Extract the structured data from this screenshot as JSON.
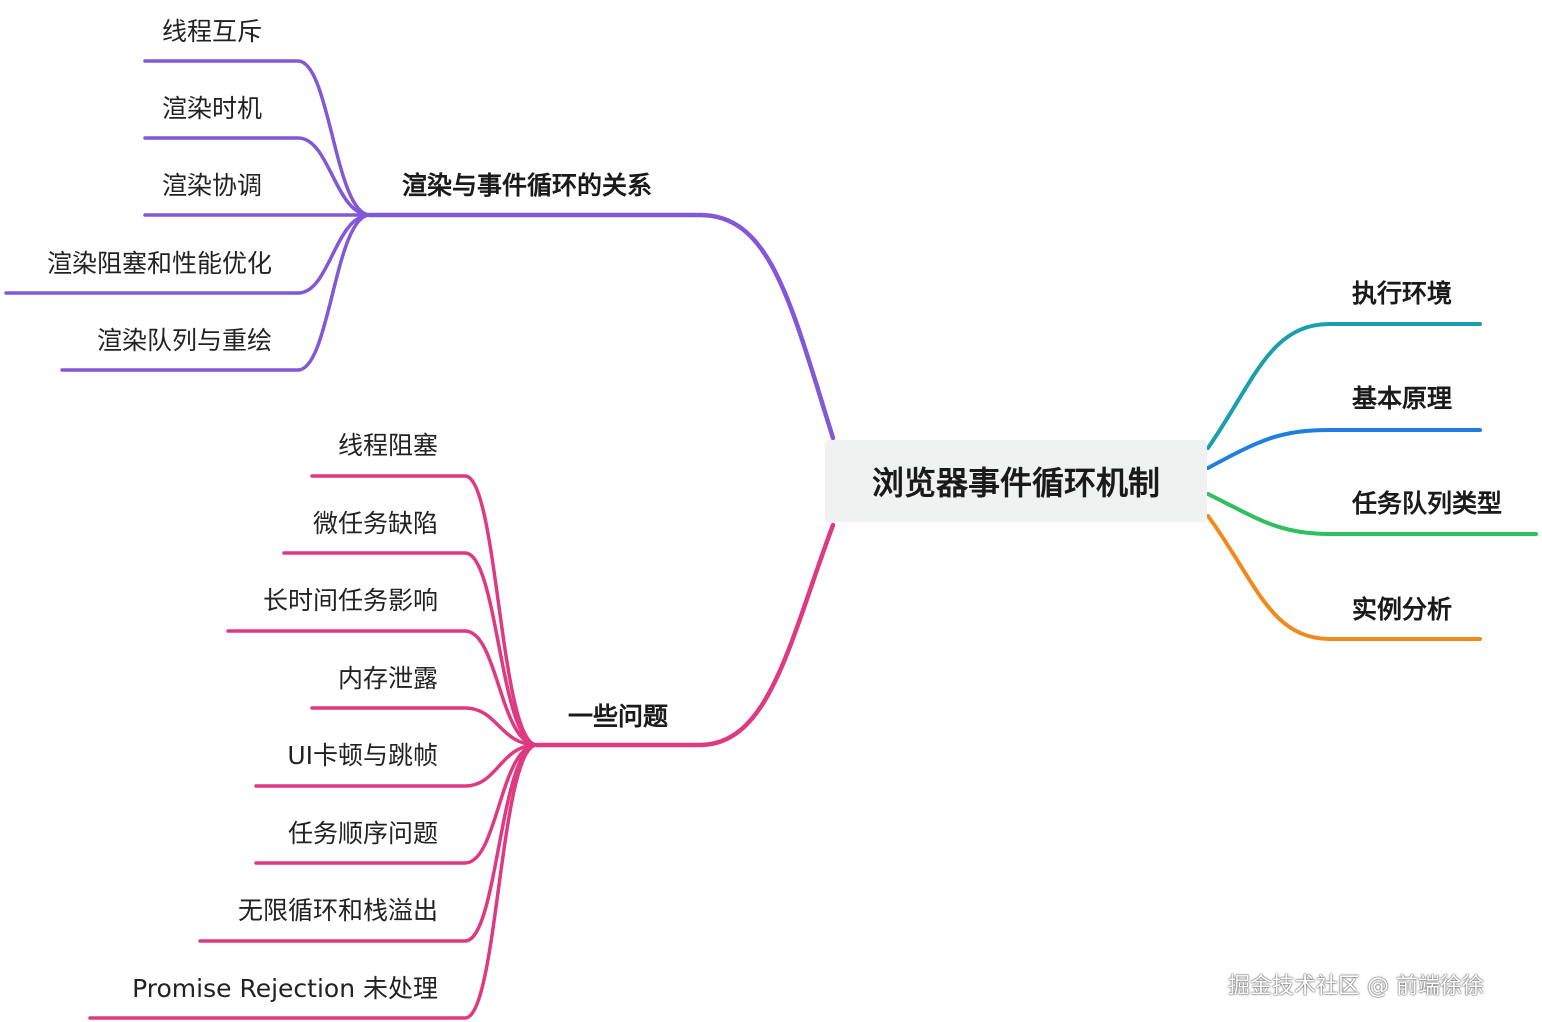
{
  "root": {
    "label": "浏览器事件循环机制"
  },
  "branches": {
    "render": {
      "label": "渲染与事件循环的关系",
      "color": "#8358d6",
      "children": [
        "线程互斥",
        "渲染时机",
        "渲染协调",
        "渲染阻塞和性能优化",
        "渲染队列与重绘"
      ]
    },
    "problems": {
      "label": "一些问题",
      "color": "#dd3a82",
      "children": [
        "线程阻塞",
        "微任务缺陷",
        "长时间任务影响",
        "内存泄露",
        "UI卡顿与跳帧",
        "任务顺序问题",
        "无限循环和栈溢出",
        "Promise Rejection 未处理"
      ]
    },
    "env": {
      "label": "执行环境",
      "color": "#1a9fac"
    },
    "principle": {
      "label": "基本原理",
      "color": "#1f7fe0"
    },
    "queues": {
      "label": "任务队列类型",
      "color": "#2ebf5e"
    },
    "cases": {
      "label": "实例分析",
      "color": "#f08a1c"
    }
  },
  "watermark": "掘金技术社区 @ 前端徐徐"
}
